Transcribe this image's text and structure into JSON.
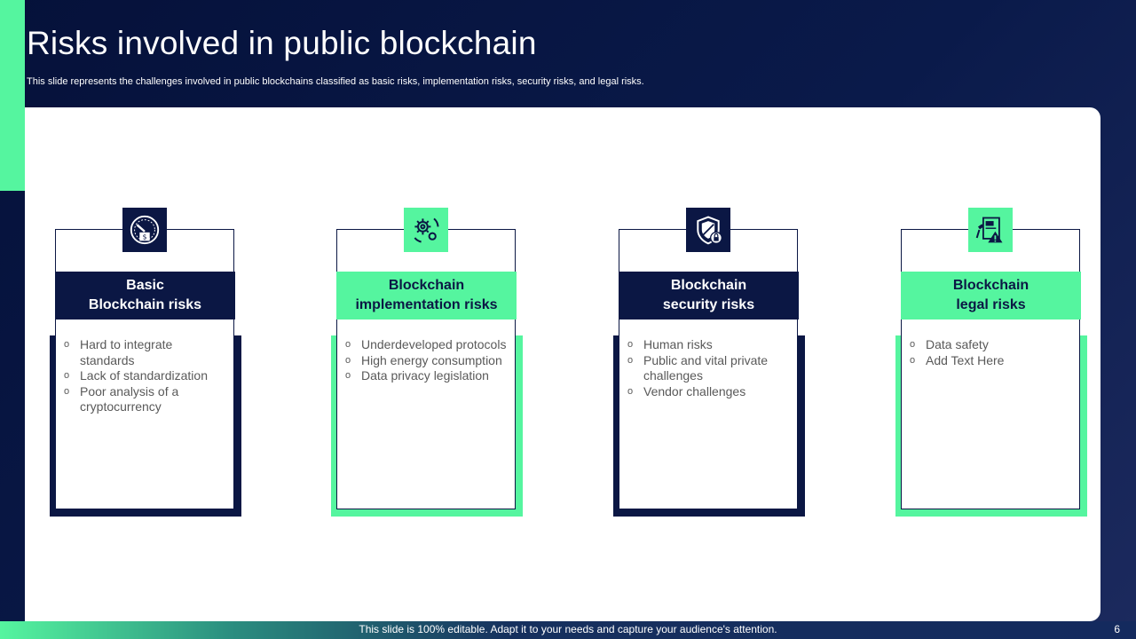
{
  "slide": {
    "title": "Risks involved in public blockchain",
    "subtitle": "This slide represents the challenges involved in public blockchains classified as basic risks, implementation risks, security risks, and legal risks.",
    "footer_text": "This slide is 100% editable. Adapt it to your needs and capture your audience's attention.",
    "page_number": "6"
  },
  "colors": {
    "navy": "#0b1744",
    "green": "#55f59f",
    "text_gray": "#595959"
  },
  "bullet_glyph": "o",
  "cards": [
    {
      "theme": "navy",
      "icon": "blockchain-speedometer-icon",
      "header_line1": "Basic",
      "header_line2": "Blockchain risks",
      "items": [
        "Hard to integrate standards",
        "Lack of standardization",
        "Poor analysis of a cryptocurrency"
      ]
    },
    {
      "theme": "green",
      "icon": "gears-cycle-icon",
      "header_line1": "Blockchain",
      "header_line2": "implementation risks",
      "items": [
        "Underdeveloped protocols",
        "High energy consumption",
        "Data privacy legislation"
      ]
    },
    {
      "theme": "navy",
      "icon": "shield-lock-icon",
      "header_line1": "Blockchain",
      "header_line2": "security risks",
      "items": [
        "Human risks",
        "Public and vital private challenges",
        "Vendor challenges"
      ]
    },
    {
      "theme": "green",
      "icon": "legal-document-warning-icon",
      "header_line1": "Blockchain",
      "header_line2": "legal risks",
      "items": [
        "Data safety",
        "Add Text Here"
      ]
    }
  ]
}
